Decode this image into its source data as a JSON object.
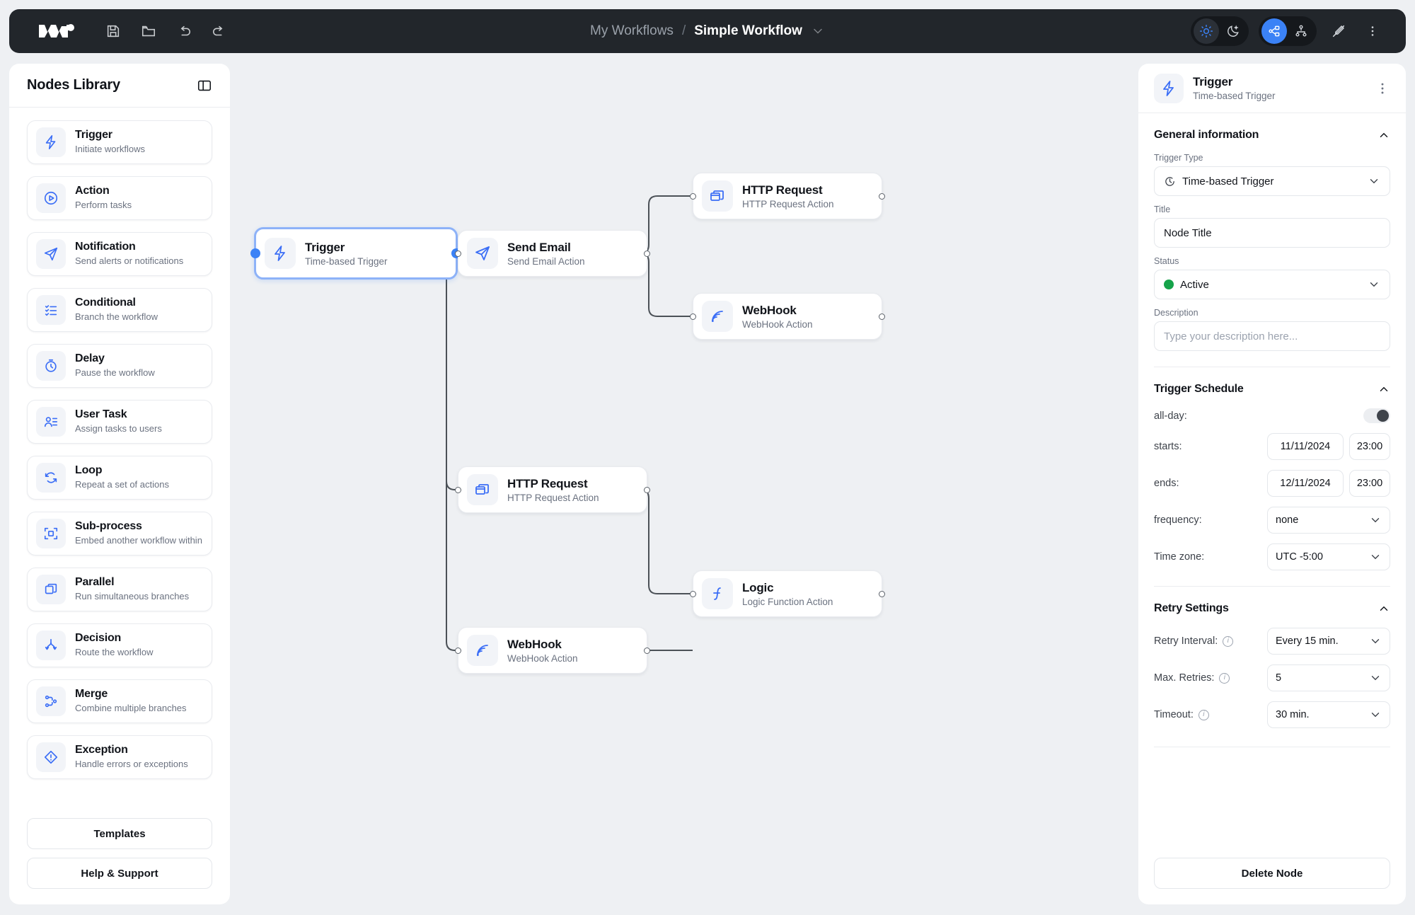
{
  "topbar": {
    "logo_name": "brand-logo",
    "tools": [
      {
        "name": "save-icon",
        "label": "Save"
      },
      {
        "name": "open-folder-icon",
        "label": "Open"
      },
      {
        "name": "undo-icon",
        "label": "Undo"
      },
      {
        "name": "redo-icon",
        "label": "Redo"
      }
    ],
    "breadcrumb_parent": "My Workflows",
    "breadcrumb_sep": "/",
    "title": "Simple Workflow",
    "right_tools": [
      {
        "name": "sun-icon",
        "label": "Light mode",
        "state": "selected"
      },
      {
        "name": "moon-icon",
        "label": "Dark mode",
        "state": "normal"
      },
      {
        "name": "graph-layout-icon",
        "label": "Free layout",
        "state": "active"
      },
      {
        "name": "tree-layout-icon",
        "label": "Tree layout",
        "state": "normal"
      },
      {
        "name": "edit-off-icon",
        "label": "Edit disabled",
        "state": "normal"
      },
      {
        "name": "kebab-menu-icon",
        "label": "More options",
        "state": "normal"
      }
    ],
    "accent": "#3b82f6"
  },
  "sidebar": {
    "title": "Nodes Library",
    "collapse_icon": "panel-collapse-icon",
    "items": [
      {
        "icon": "bolt-icon",
        "title": "Trigger",
        "sub": "Initiate workflows"
      },
      {
        "icon": "play-circle-icon",
        "title": "Action",
        "sub": "Perform tasks"
      },
      {
        "icon": "send-icon",
        "title": "Notification",
        "sub": "Send alerts or notifications"
      },
      {
        "icon": "checklist-icon",
        "title": "Conditional",
        "sub": "Branch the workflow"
      },
      {
        "icon": "stopwatch-icon",
        "title": "Delay",
        "sub": "Pause the workflow"
      },
      {
        "icon": "user-task-icon",
        "title": "User Task",
        "sub": "Assign tasks to users"
      },
      {
        "icon": "loop-icon",
        "title": "Loop",
        "sub": "Repeat a set of actions"
      },
      {
        "icon": "subprocess-icon",
        "title": "Sub-process",
        "sub": "Embed another workflow within"
      },
      {
        "icon": "parallel-icon",
        "title": "Parallel",
        "sub": "Run simultaneous branches"
      },
      {
        "icon": "decision-icon",
        "title": "Decision",
        "sub": "Route the workflow"
      },
      {
        "icon": "merge-icon",
        "title": "Merge",
        "sub": "Combine multiple branches"
      },
      {
        "icon": "exception-icon",
        "title": "Exception",
        "sub": "Handle errors or exceptions"
      }
    ],
    "templates_label": "Templates",
    "help_label": "Help & Support"
  },
  "canvas": {
    "nodes": [
      {
        "id": "trigger",
        "icon": "bolt-icon",
        "title": "Trigger",
        "sub": "Time-based Trigger",
        "selected": true
      },
      {
        "id": "email",
        "icon": "send-icon",
        "title": "Send Email",
        "sub": "Send Email Action",
        "selected": false
      },
      {
        "id": "http-top",
        "icon": "window-icon",
        "title": "HTTP Request",
        "sub": "HTTP Request Action",
        "selected": false
      },
      {
        "id": "hook-top",
        "icon": "webhook-icon",
        "title": "WebHook",
        "sub": "WebHook Action",
        "selected": false
      },
      {
        "id": "http-mid",
        "icon": "window-icon",
        "title": "HTTP Request",
        "sub": "HTTP Request Action",
        "selected": false
      },
      {
        "id": "hook-bot",
        "icon": "webhook-icon",
        "title": "WebHook",
        "sub": "WebHook Action",
        "selected": false
      },
      {
        "id": "logic",
        "icon": "function-icon",
        "title": "Logic",
        "sub": "Logic Function Action",
        "selected": false
      }
    ],
    "edge_color": "#4b5157"
  },
  "panel": {
    "node_icon": "bolt-icon",
    "node_title": "Trigger",
    "node_sub": "Time-based Trigger",
    "kebab_icon": "kebab-menu-icon",
    "general": {
      "heading": "General information",
      "trigger_type_label": "Trigger Type",
      "trigger_type_value": "Time-based Trigger",
      "trigger_type_icon": "clock-icon",
      "title_label": "Title",
      "title_value": "Node Title",
      "status_label": "Status",
      "status_value": "Active",
      "status_color": "#16a34a",
      "description_label": "Description",
      "description_placeholder": "Type your description here..."
    },
    "schedule": {
      "heading": "Trigger Schedule",
      "allday_label": "all-day:",
      "allday_on": false,
      "starts_label": "starts:",
      "starts_date": "11/11/2024",
      "starts_time": "23:00",
      "ends_label": "ends:",
      "ends_date": "12/11/2024",
      "ends_time": "23:00",
      "frequency_label": "frequency:",
      "frequency_value": "none",
      "timezone_label": "Time zone:",
      "timezone_value": "UTC -5:00"
    },
    "retry": {
      "heading": "Retry Settings",
      "interval_label": "Retry Interval:",
      "interval_value": "Every 15 min.",
      "max_label": "Max. Retries:",
      "max_value": "5",
      "timeout_label": "Timeout:",
      "timeout_value": "30 min."
    },
    "delete_label": "Delete Node"
  }
}
